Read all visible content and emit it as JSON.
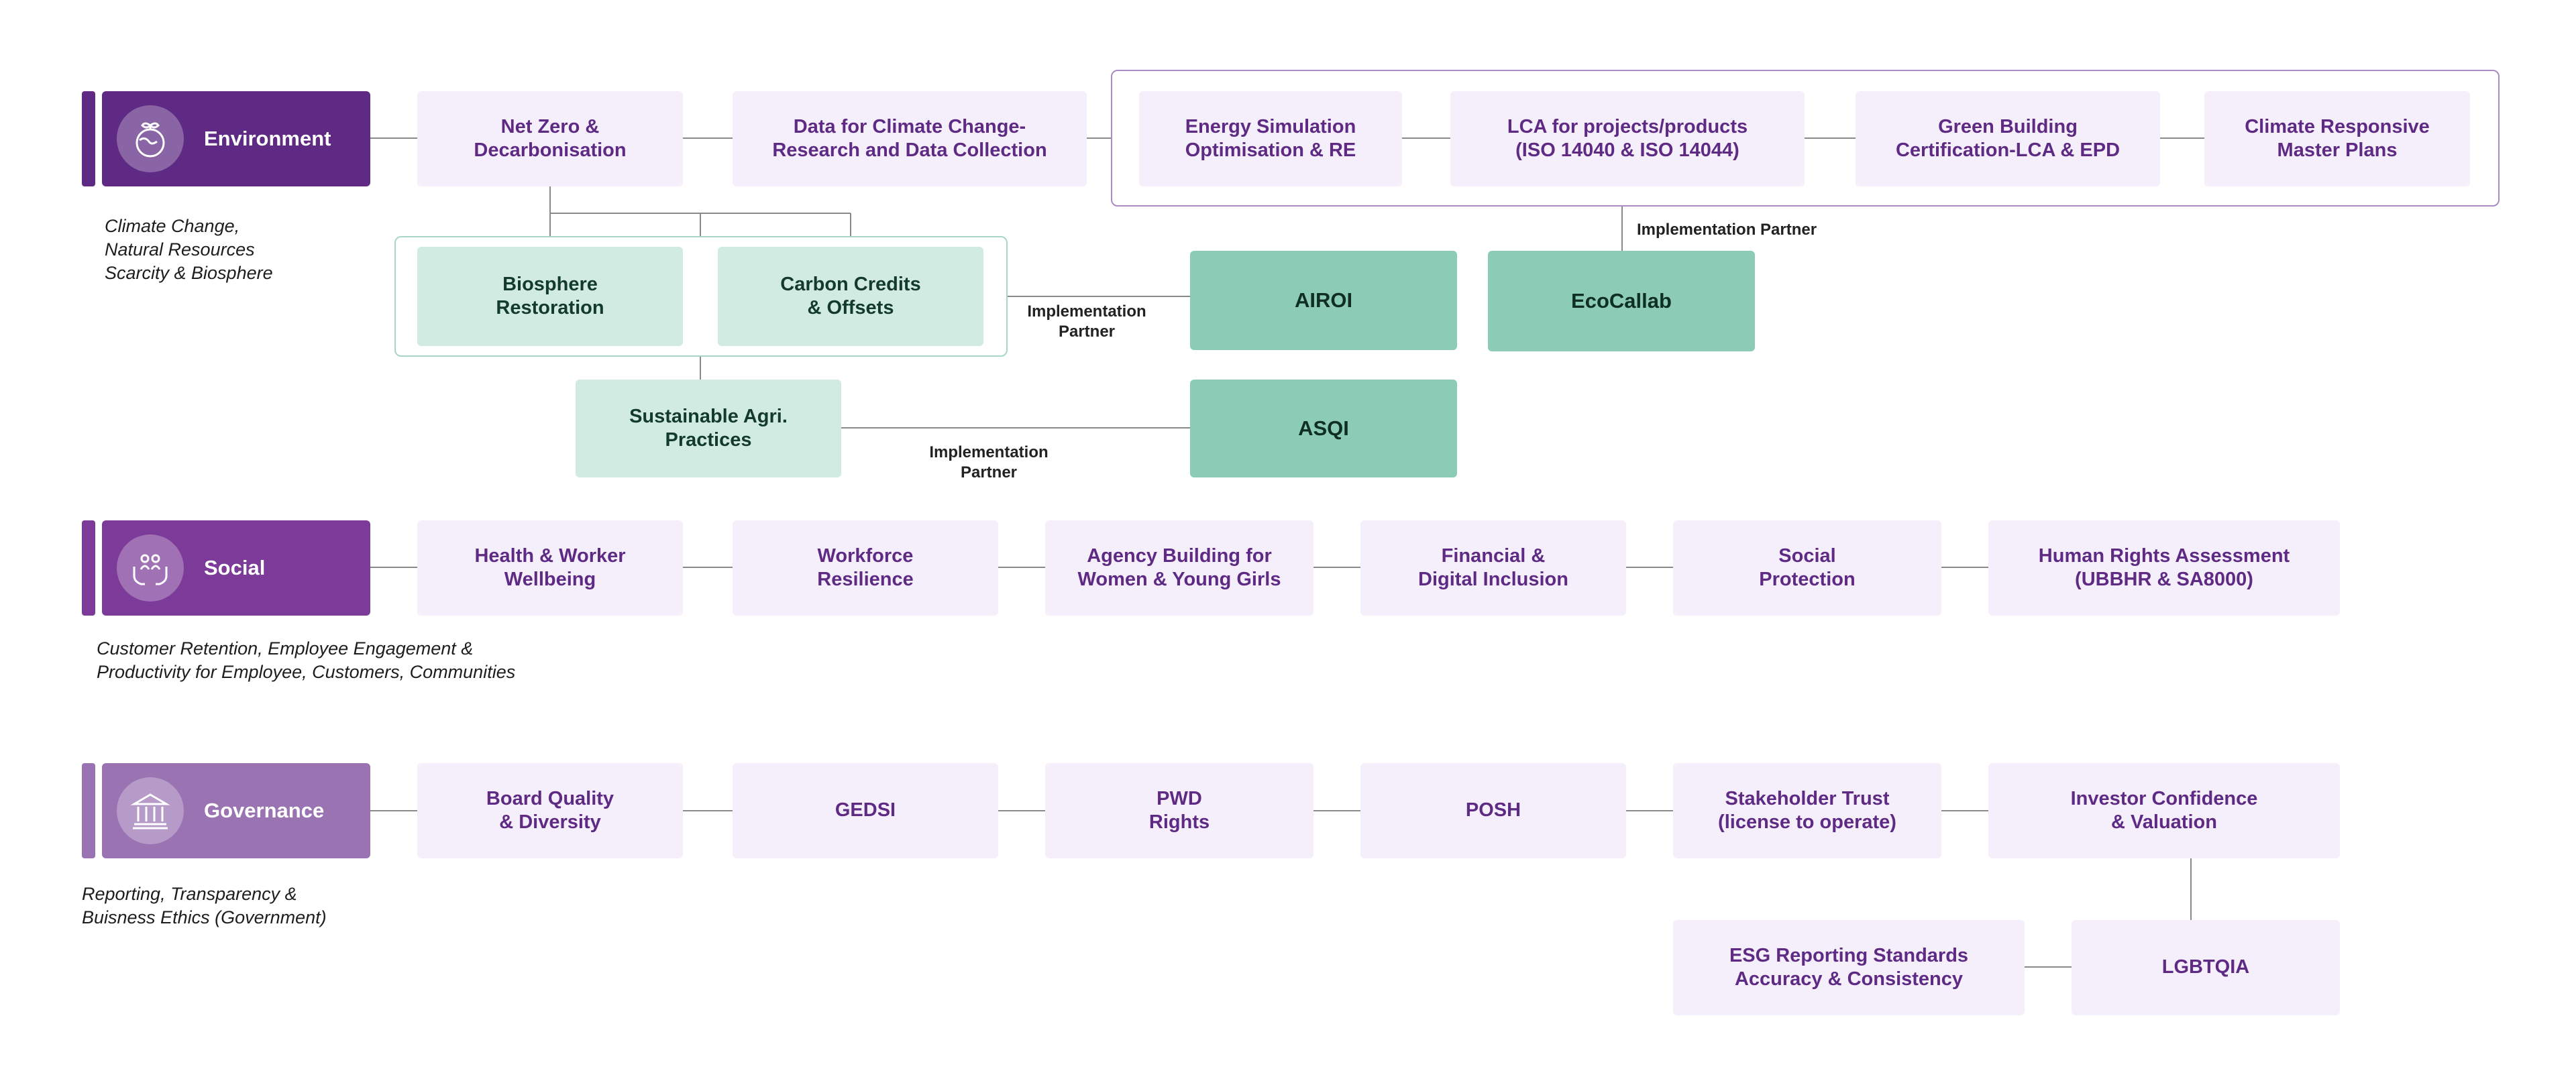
{
  "colors": {
    "environment": "#5e2a84",
    "social": "#7c3b98",
    "governance": "#9a73b3",
    "pill_bg": "#f5effb",
    "pill_text": "#5e2a84",
    "mint": "#d2ebe2",
    "teal": "#8ccbb5",
    "line": "#8a8a8a"
  },
  "environment": {
    "label": "Environment",
    "icon": "globe-plant-icon",
    "description": "Climate Change,\nNatural Resources\nScarcity & Biosphere",
    "items": [
      "Net Zero &\nDecarbonisation",
      "Data for Climate Change-\nResearch and Data Collection",
      "Energy Simulation\nOptimisation & RE",
      "LCA for projects/products\n(ISO 14040 & ISO 14044)",
      "Green Building\nCertification-LCA & EPD",
      "Climate Responsive\nMaster Plans"
    ],
    "sub_items": [
      "Biosphere\nRestoration",
      "Carbon Credits\n& Offsets",
      "Sustainable Agri.\nPractices"
    ],
    "partners": [
      "AIROI",
      "EcoCallab",
      "ASQI"
    ],
    "partner_label": "Implementation Partner",
    "partner_label_wrapped": "Implementation\nPartner"
  },
  "social": {
    "label": "Social",
    "icon": "hands-people-icon",
    "description": "Customer Retention, Employee Engagement &\nProductivity for Employee, Customers, Communities",
    "items": [
      "Health & Worker\nWellbeing",
      "Workforce\nResilience",
      "Agency Building for\nWomen & Young Girls",
      "Financial &\nDigital Inclusion",
      "Social\nProtection",
      "Human Rights Assessment\n(UBBHR & SA8000)"
    ]
  },
  "governance": {
    "label": "Governance",
    "icon": "institution-icon",
    "description": "Reporting, Transparency &\nBuisness Ethics (Government)",
    "items": [
      "Board Quality\n& Diversity",
      "GEDSI",
      "PWD\nRights",
      "POSH",
      "Stakeholder Trust\n(license to operate)",
      "Investor Confidence\n& Valuation"
    ],
    "sub_items": [
      "ESG Reporting Standards\nAccuracy & Consistency",
      "LGBTQIA"
    ]
  }
}
